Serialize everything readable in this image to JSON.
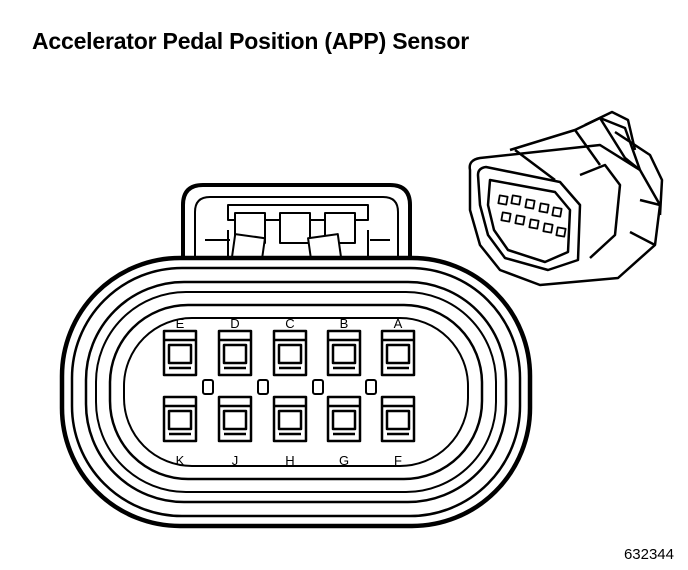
{
  "title": "Accelerator Pedal Position (APP) Sensor",
  "figure_id": "632344",
  "pins": {
    "top": [
      "E",
      "D",
      "C",
      "B",
      "A"
    ],
    "bottom": [
      "K",
      "J",
      "H",
      "G",
      "F"
    ]
  },
  "icons": [
    "connector-face-view-diagram",
    "connector-perspective-view-diagram"
  ]
}
